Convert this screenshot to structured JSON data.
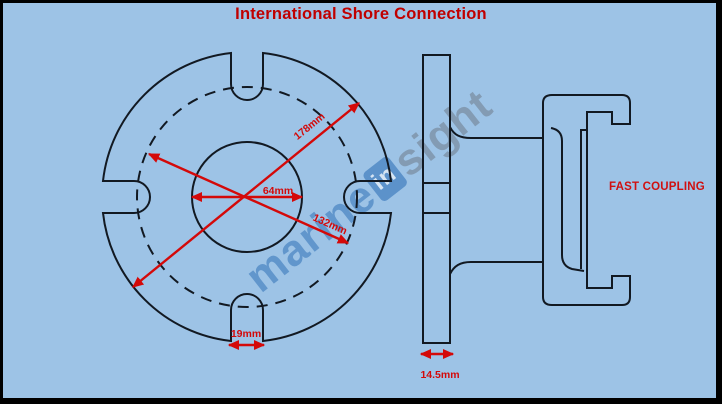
{
  "title": {
    "text": "International Shore Connection"
  },
  "watermark": {
    "word1": "marine",
    "badge": "in",
    "word2": "sight"
  },
  "front_view": {
    "label_outer_diameter": "178mm",
    "label_bolt_circle": "132mm",
    "label_bore": "64mm",
    "label_slot_width": "19mm"
  },
  "side_view": {
    "label_thickness": "14.5mm"
  },
  "coupling": {
    "label": "FAST COUPLING"
  },
  "colors": {
    "background": "#9DC3E6",
    "frame": "#000000",
    "title_red": "#C00000",
    "dimension_red": "#D40909",
    "line_dark": "#121922"
  }
}
